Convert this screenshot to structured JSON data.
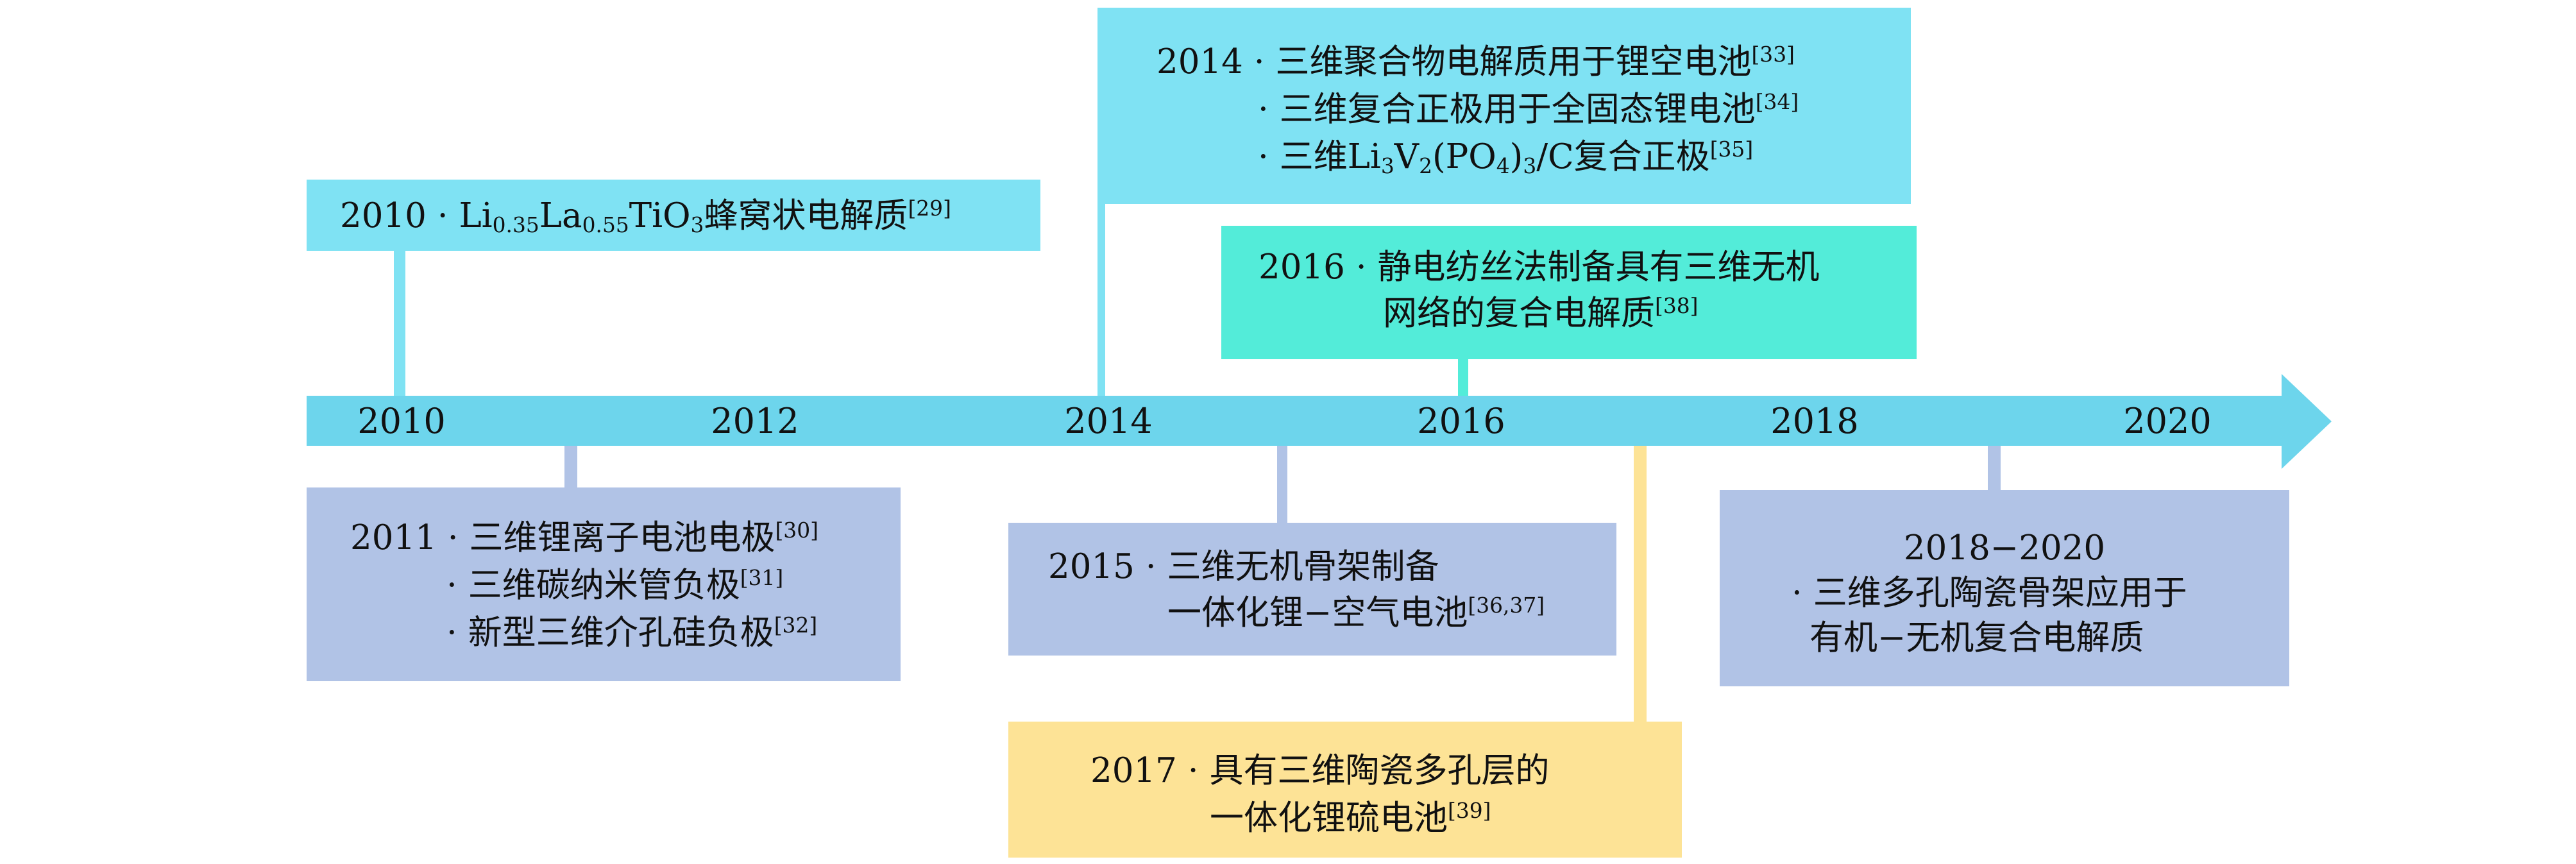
{
  "colors": {
    "axis": "#6dd5ec",
    "cyan_box": "#7fe2f3",
    "teal_box": "#53ecd9",
    "blue_box": "#b1c3e6",
    "yellow_box": "#fde396"
  },
  "axis": {
    "years": [
      "2010",
      "2012",
      "2014",
      "2016",
      "2018",
      "2020"
    ]
  },
  "events": {
    "e2010": {
      "year": "2010",
      "sep": "·",
      "parts": [
        "Li",
        "0.35",
        "La",
        "0.55",
        "TiO",
        "3",
        "蜂窝状电解质",
        "[29]"
      ]
    },
    "e2014": {
      "year": "2014",
      "sep": "·",
      "line1": "三维聚合物电解质用于锂空电池",
      "ref1": "[33]",
      "line2": "三维复合正极用于全固态锂电池",
      "ref2": "[34]",
      "line3_parts": [
        "三维Li",
        "3",
        "V",
        "2",
        "(PO",
        "4",
        ")",
        "3",
        "/C复合正极",
        "[35]"
      ]
    },
    "e2016": {
      "year": "2016",
      "sep": "·",
      "line1": "静电纺丝法制备具有三维无机",
      "line2": "网络的复合电解质",
      "ref": "[38]"
    },
    "e2011": {
      "year": "2011",
      "sep": "·",
      "line1": "三维锂离子电池电极",
      "ref1": "[30]",
      "line2": "三维碳纳米管负极",
      "ref2": "[31]",
      "line3": "新型三维介孔硅负极",
      "ref3": "[32]"
    },
    "e2015": {
      "year": "2015",
      "sep": "·",
      "line1": "三维无机骨架制备",
      "line2": "一体化锂−空气电池",
      "ref": "[36,37]"
    },
    "e2017": {
      "year": "2017",
      "sep": "·",
      "line1": "具有三维陶瓷多孔层的",
      "line2": "一体化锂硫电池",
      "ref": "[39]"
    },
    "e2018": {
      "year": "2018−2020",
      "sep": "·",
      "line1": "三维多孔陶瓷骨架应用于",
      "line2": "有机−无机复合电解质"
    }
  }
}
